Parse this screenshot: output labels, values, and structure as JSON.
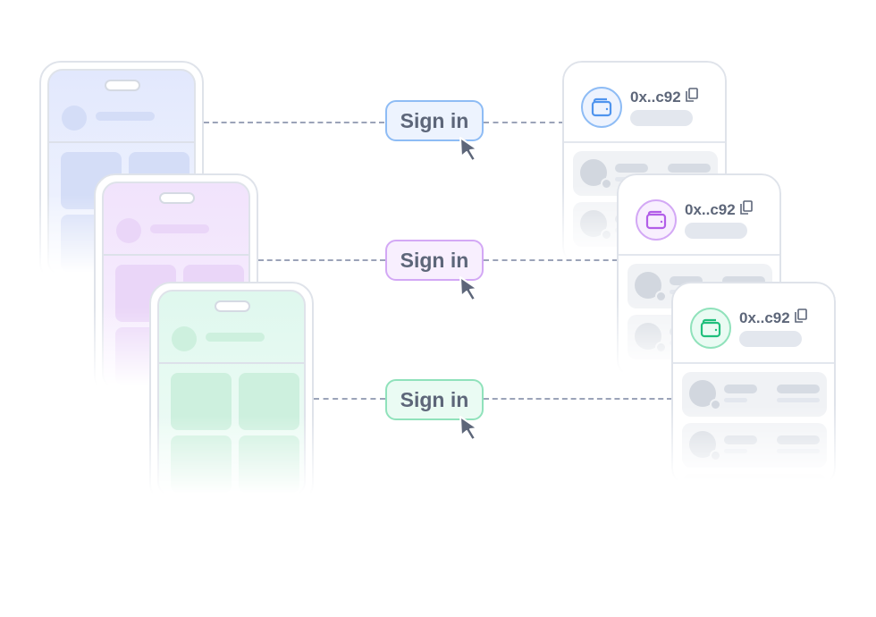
{
  "flows": [
    {
      "id": "blue",
      "button_label": "Sign in",
      "address": "0x..c92",
      "accent": "#4f94ee"
    },
    {
      "id": "purple",
      "button_label": "Sign in",
      "address": "0x..c92",
      "accent": "#b25ee8"
    },
    {
      "id": "green",
      "button_label": "Sign in",
      "address": "0x..c92",
      "accent": "#1fbf7c"
    }
  ]
}
